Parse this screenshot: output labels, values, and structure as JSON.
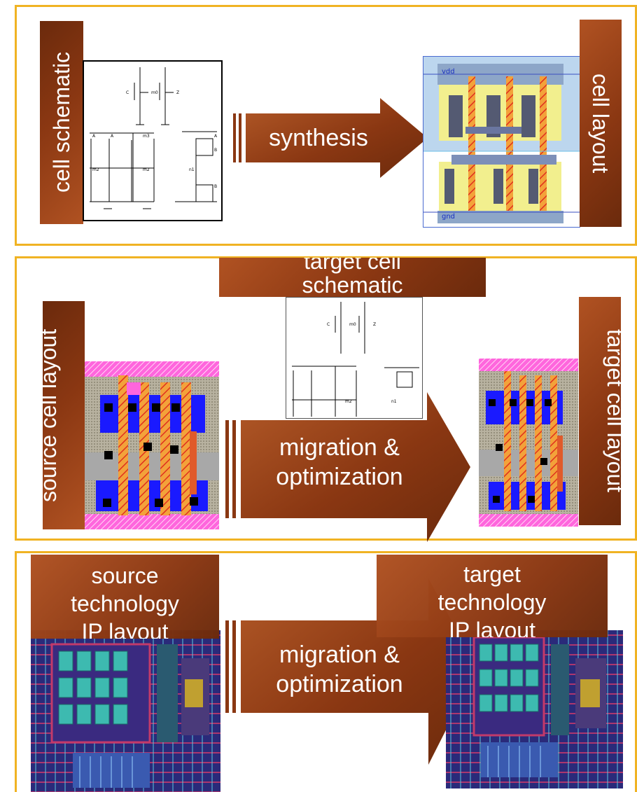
{
  "panel1": {
    "left_label": "cell schematic",
    "right_label": "cell layout",
    "arrow_label": "synthesis",
    "layout_labels": {
      "vdd": "vdd",
      "gnd": "gnd"
    }
  },
  "panel2": {
    "left_label": "source cell layout",
    "top_label": "target cell schematic",
    "right_label": "target cell layout",
    "arrow_label": "migration &\noptimization"
  },
  "panel3": {
    "left_label": "source\ntechnology\nIP layout",
    "right_label": "target\ntechnology\nIP layout",
    "arrow_label": "migration &\noptimization"
  },
  "colors": {
    "panel_border": "#f0b323",
    "label_bg": "#8a3712",
    "arrow_bg": "#8a3712",
    "label_text": "#ffffff"
  }
}
